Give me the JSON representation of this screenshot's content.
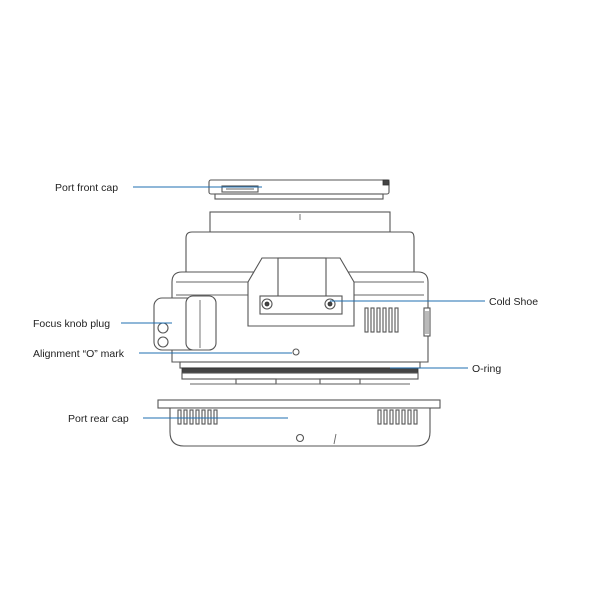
{
  "diagram": {
    "labels": {
      "port_front_cap": "Port front cap",
      "focus_knob_plug": "Focus knob plug",
      "alignment_mark": "Alignment “O” mark",
      "port_rear_cap": "Port  rear cap",
      "cold_shoe": "Cold Shoe",
      "o_ring": "O-ring"
    },
    "colors": {
      "leader_line": "#1f6fb2",
      "outline": "#555555",
      "text": "#222222"
    }
  }
}
